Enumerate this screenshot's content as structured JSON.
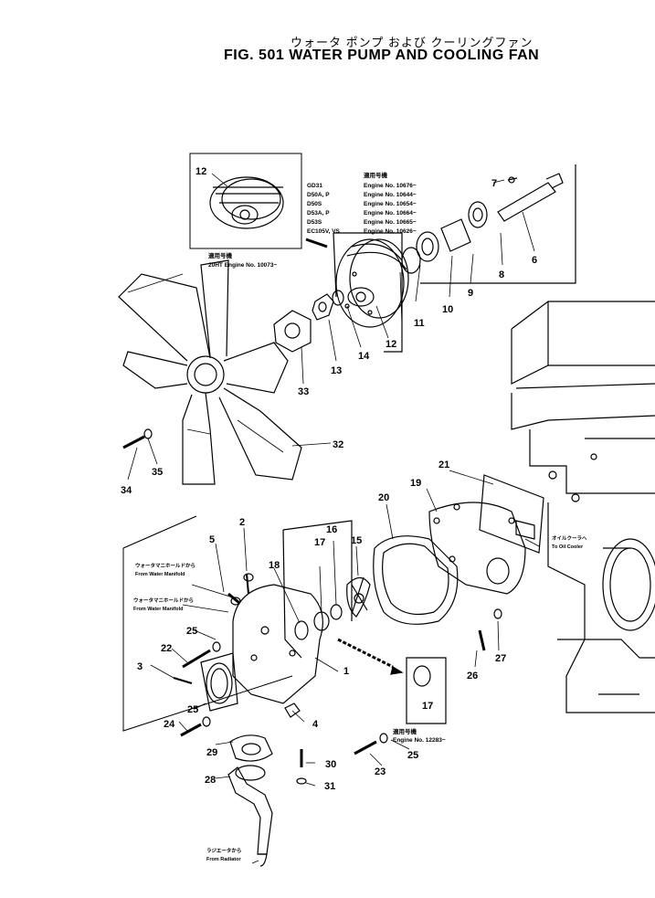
{
  "title": {
    "jp": "ウォータ ポンプ および クーリングファン",
    "en": "FIG. 501  WATER PUMP AND COOLING FAN"
  },
  "applicability_box": {
    "header_jp": "適用号機",
    "rows": [
      {
        "model": "GD31",
        "engine": "Engine  No. 10676~"
      },
      {
        "model": "D50A, P",
        "engine": "Engine  No. 10644~"
      },
      {
        "model": "D50S",
        "engine": "Engine  No. 10654~"
      },
      {
        "model": "D53A, P",
        "engine": "Engine  No. 10664~"
      },
      {
        "model": "D53S",
        "engine": "Engine  No. 10665~"
      },
      {
        "model": "EC105V, VS",
        "engine": "Engine  No. 10626~"
      }
    ],
    "footer_jp": "適用号機",
    "footer": "20HT  Engine  No. 10073~"
  },
  "inset_17": {
    "header_jp": "適用号機",
    "engine": "Engine  No. 12283~",
    "part": "17"
  },
  "callouts": {
    "from_water_manifold_1_jp": "ウォータマニホールドから",
    "from_water_manifold_1": "From Water Manifold",
    "from_water_manifold_2_jp": "ウォータマニホールドから",
    "from_water_manifold_2": "From Water Manifold",
    "to_oil_cooler_jp": "オイルクーラへ",
    "to_oil_cooler": "To Oil Cooler",
    "from_radiator_jp": "ラジエータから",
    "from_radiator": "From Radiator"
  },
  "part_numbers": {
    "p1": "1",
    "p2": "2",
    "p3": "3",
    "p4": "4",
    "p5": "5",
    "p6": "6",
    "p7": "7",
    "p8": "8",
    "p9": "9",
    "p10": "10",
    "p11": "11",
    "p12a": "12",
    "p12b": "12",
    "p13": "13",
    "p14": "14",
    "p15": "15",
    "p16": "16",
    "p17": "17",
    "p18": "18",
    "p19": "19",
    "p20": "20",
    "p21": "21",
    "p22": "22",
    "p23": "23",
    "p24": "24",
    "p25a": "25",
    "p25b": "25",
    "p25c": "25",
    "p26": "26",
    "p27": "27",
    "p28": "28",
    "p29": "29",
    "p30": "30",
    "p31": "31",
    "p32": "32",
    "p33": "33",
    "p34": "34",
    "p35": "35"
  }
}
